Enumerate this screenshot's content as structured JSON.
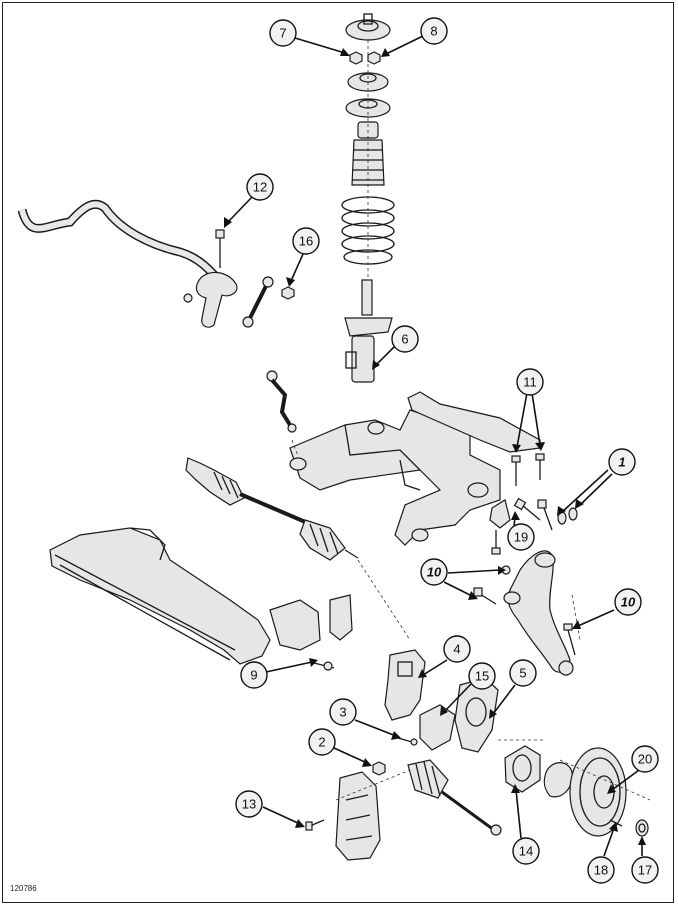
{
  "reference_code": "120786",
  "callouts": [
    {
      "id": "c7",
      "label": "7"
    },
    {
      "id": "c8",
      "label": "8"
    },
    {
      "id": "c12",
      "label": "12"
    },
    {
      "id": "c16",
      "label": "16"
    },
    {
      "id": "c6",
      "label": "6"
    },
    {
      "id": "c11",
      "label": "11"
    },
    {
      "id": "c1",
      "label": "1"
    },
    {
      "id": "c19",
      "label": "19"
    },
    {
      "id": "c10a",
      "label": "10"
    },
    {
      "id": "c10b",
      "label": "10"
    },
    {
      "id": "c4",
      "label": "4"
    },
    {
      "id": "c15",
      "label": "15"
    },
    {
      "id": "c5",
      "label": "5"
    },
    {
      "id": "c9",
      "label": "9"
    },
    {
      "id": "c3",
      "label": "3"
    },
    {
      "id": "c2",
      "label": "2"
    },
    {
      "id": "c20",
      "label": "20"
    },
    {
      "id": "c13",
      "label": "13"
    },
    {
      "id": "c14",
      "label": "14"
    },
    {
      "id": "c18",
      "label": "18"
    },
    {
      "id": "c17",
      "label": "17"
    }
  ]
}
